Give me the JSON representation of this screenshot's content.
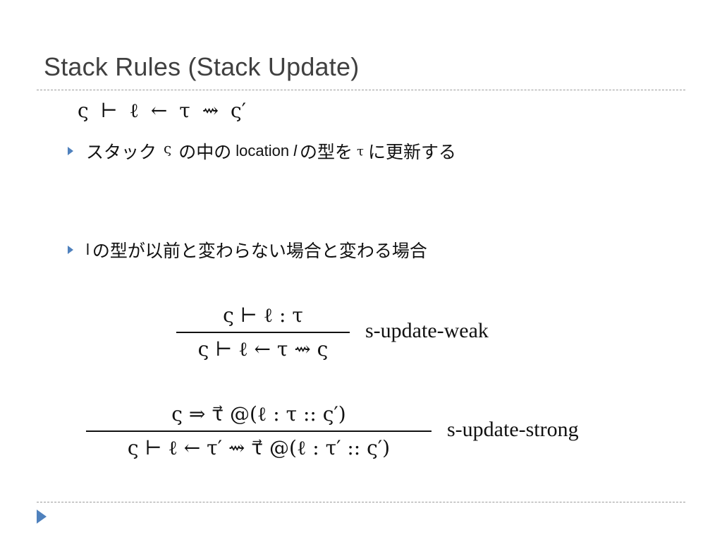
{
  "slide": {
    "title": "Stack Rules (Stack Update)",
    "judgement": "ς ⊢ ℓ ← τ ⇝ ς′",
    "bullets": [
      {
        "part1": "スタック",
        "symbol": "ς",
        "part2": "の中の",
        "location_word": "location",
        "location_var": "l",
        "part3": "の型を",
        "tau": "τ",
        "part4": "に更新する"
      },
      {
        "var": "l",
        "text": "の型が以前と変わらない場合と変わる場合"
      }
    ],
    "rules": {
      "weak": {
        "premise": "ς ⊢ ℓ : τ",
        "conclusion": "ς ⊢ ℓ ← τ ⇝ ς",
        "name": "s-update-weak"
      },
      "strong": {
        "premise": "ς ⇒ τ⃗ @(ℓ : τ :: ς′)",
        "conclusion": "ς ⊢ ℓ ← τ′ ⇝ τ⃗ @(ℓ : τ′ :: ς′)",
        "name": "s-update-strong"
      }
    },
    "colors": {
      "title": "#404040",
      "bullet_marker": "#4f81bd",
      "rule_line": "#9a9a9a"
    },
    "icons": {
      "bullet": "triangle-right-icon",
      "footer": "triangle-right-icon"
    }
  }
}
